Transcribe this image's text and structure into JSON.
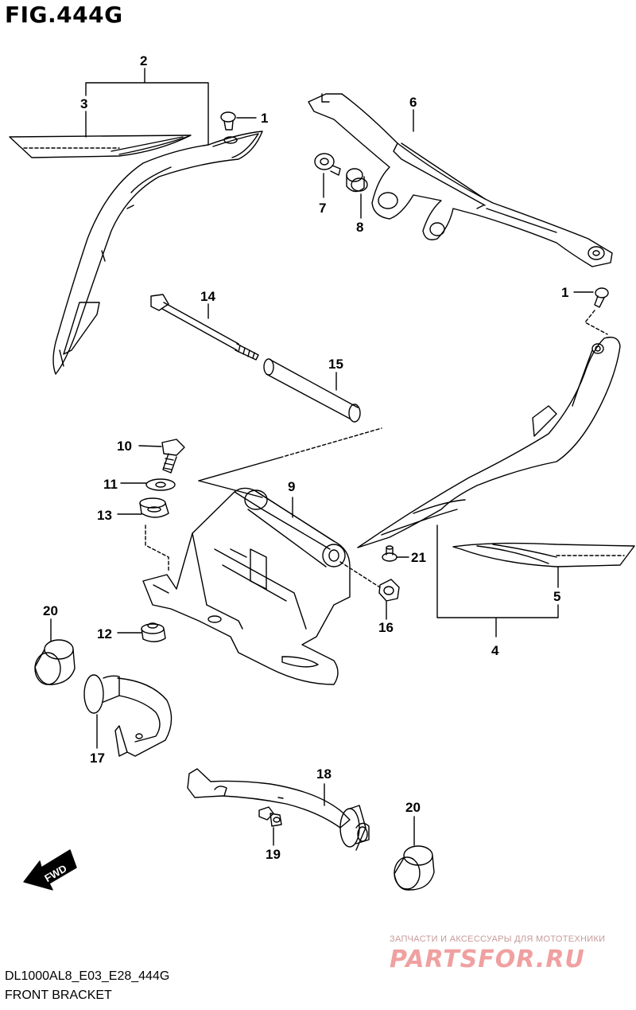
{
  "title": "FIG.444G",
  "footer": {
    "code": "DL1000AL8_E03_E28_444G",
    "name": "FRONT BRACKET"
  },
  "watermark": {
    "line": "ЗАПЧАСТИ И АКСЕССУАРЫ ДЛЯ МОТОТЕХНИКИ",
    "brand": "PARTSFOR.RU"
  },
  "direction_arrow": "FWD",
  "callouts": {
    "n2": "2",
    "n3": "3",
    "n1a": "1",
    "n6": "6",
    "n7": "7",
    "n8": "8",
    "n14": "14",
    "n1b": "1",
    "n15": "15",
    "n10": "10",
    "n9": "9",
    "n11": "11",
    "n13": "13",
    "n21": "21",
    "n5": "5",
    "n20a": "20",
    "n12": "12",
    "n16": "16",
    "n4": "4",
    "n17": "17",
    "n18": "18",
    "n20b": "20",
    "n19": "19"
  }
}
